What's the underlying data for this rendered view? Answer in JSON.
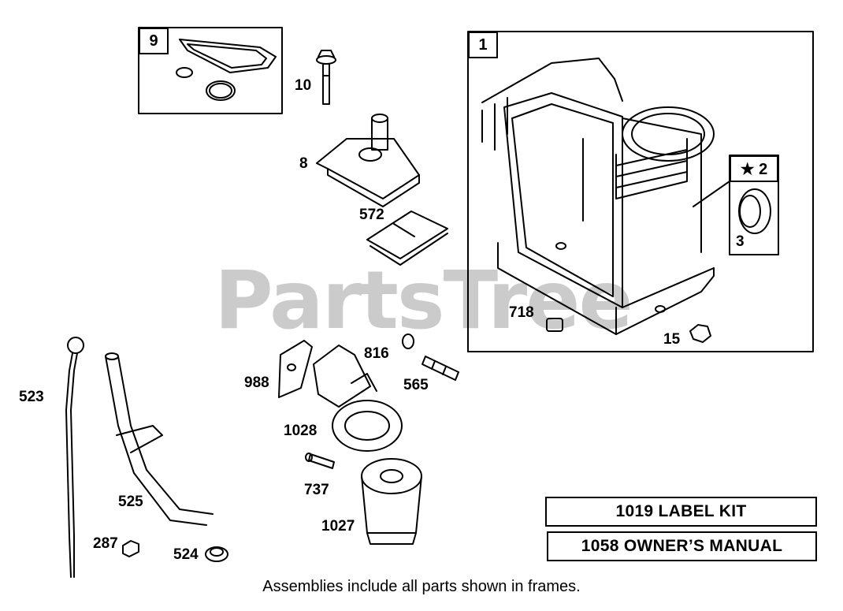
{
  "watermark": "PartsTree",
  "frames": {
    "frame_9": "9",
    "frame_1": "1",
    "frame_2": "★ 2"
  },
  "labels": {
    "p10": "10",
    "p8": "8",
    "p572": "572",
    "p3": "3",
    "p718": "718",
    "p15": "15",
    "p816": "816",
    "p565": "565",
    "p988": "988",
    "p1028": "1028",
    "p523": "523",
    "p525": "525",
    "p737": "737",
    "p1027": "1027",
    "p287": "287",
    "p524": "524"
  },
  "kits": {
    "label_kit": "1019 LABEL KIT",
    "owners_manual": "1058 OWNER’S MANUAL"
  },
  "footer": "Assemblies include all parts shown in frames."
}
